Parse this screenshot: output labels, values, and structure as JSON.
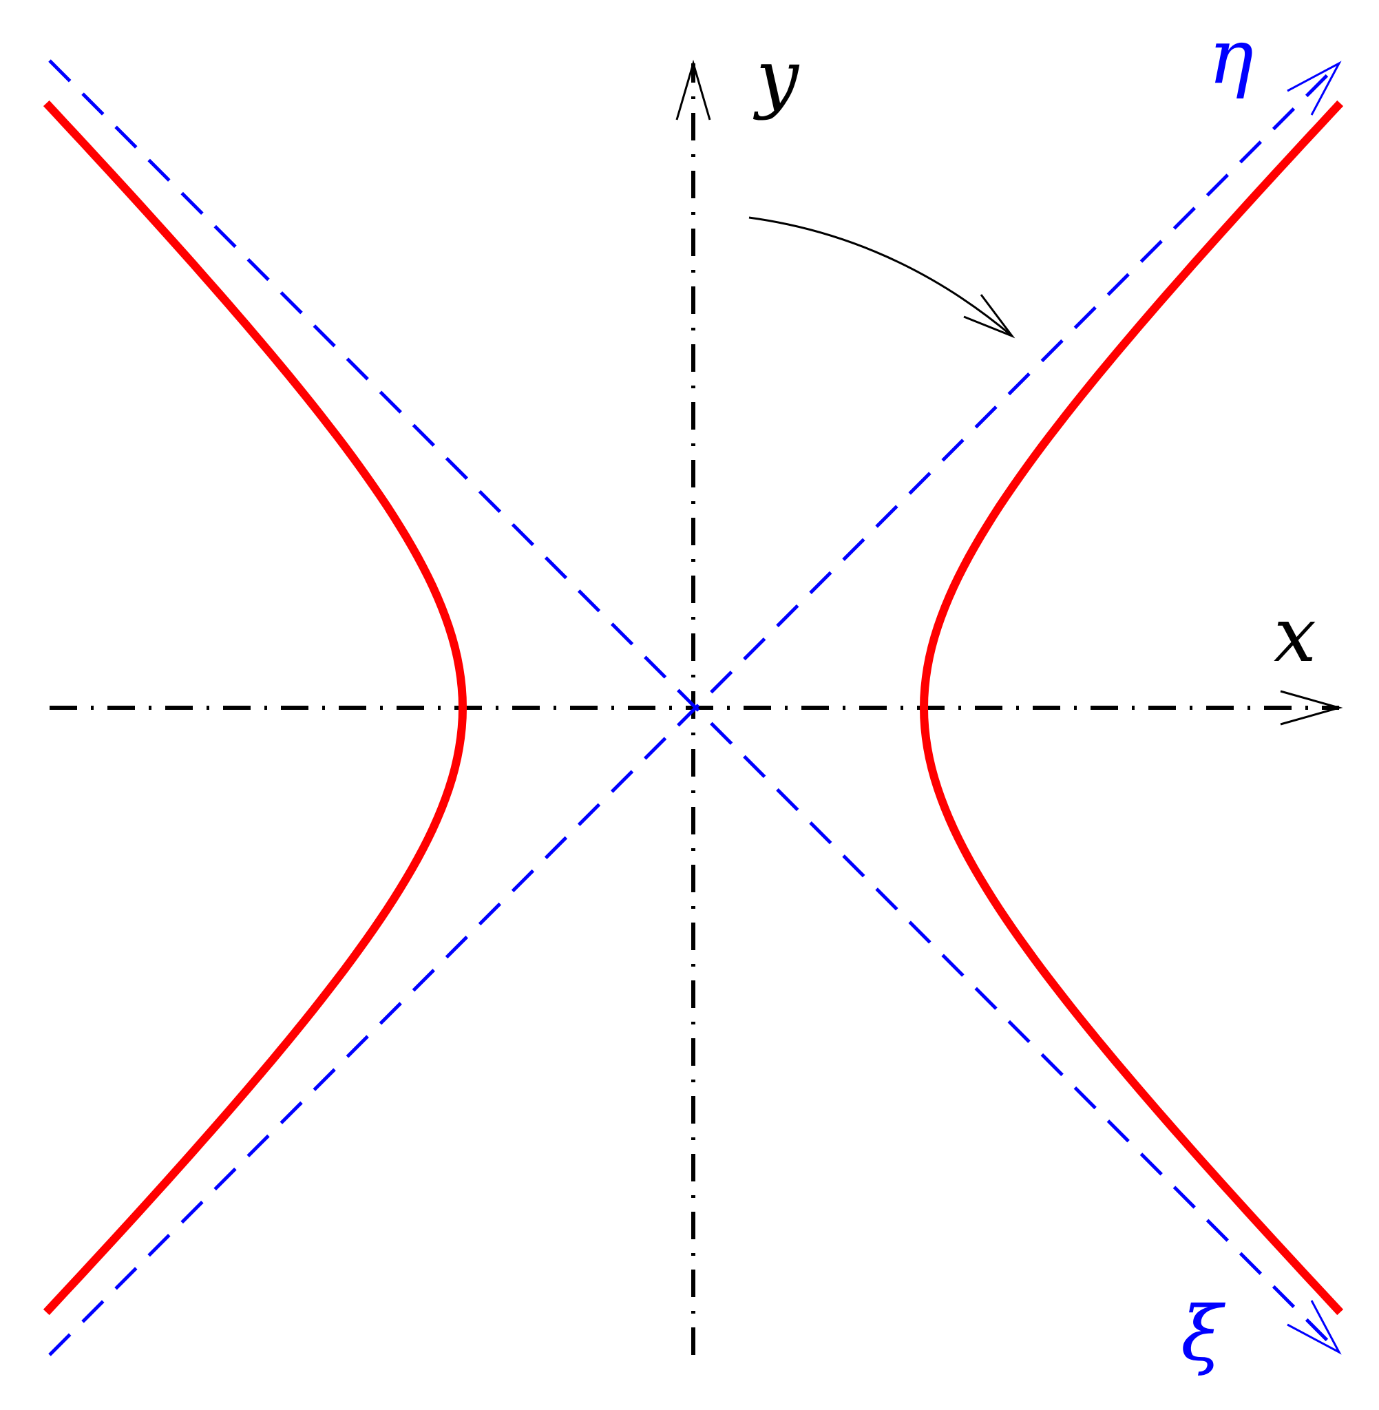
{
  "labels": {
    "x_axis": "x",
    "y_axis": "y",
    "eta_axis": "η",
    "xi_axis": "ξ"
  },
  "colors": {
    "axes": "#000000",
    "asymptotes": "#0000ff",
    "hyperbola": "#ff0000",
    "background": "#ffffff"
  },
  "curve": {
    "type": "hyperbola",
    "vertex_offset": 1,
    "asymptote_slope": 1
  }
}
